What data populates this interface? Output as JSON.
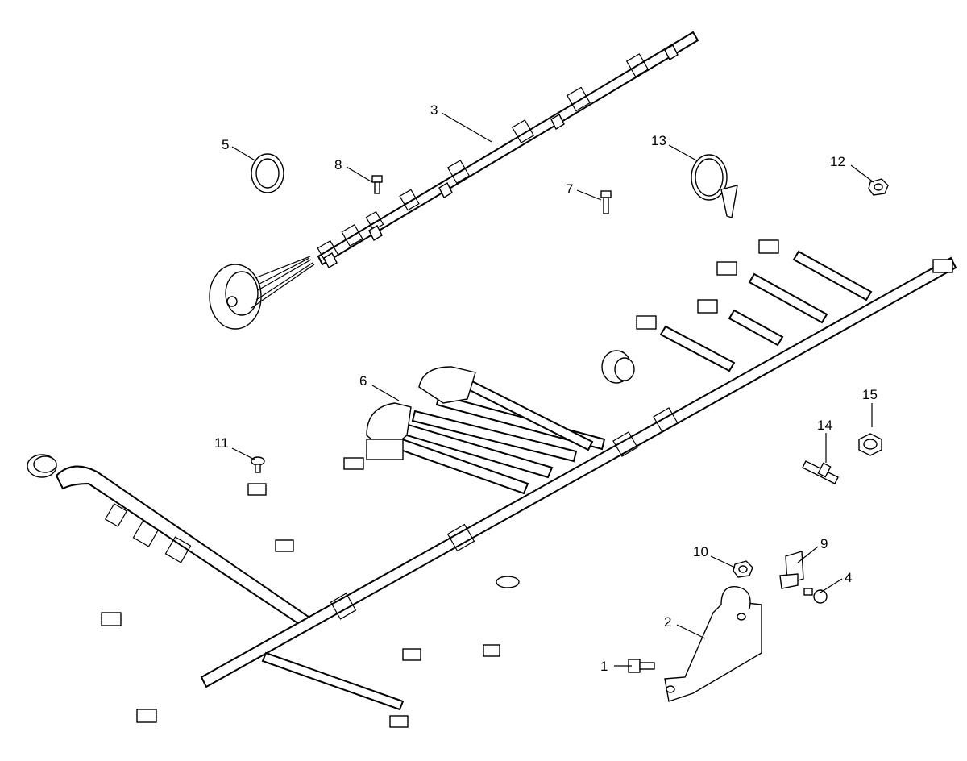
{
  "diagram": {
    "callouts": [
      {
        "id": "1",
        "label": "1"
      },
      {
        "id": "2",
        "label": "2"
      },
      {
        "id": "3",
        "label": "3"
      },
      {
        "id": "4",
        "label": "4"
      },
      {
        "id": "5",
        "label": "5"
      },
      {
        "id": "6",
        "label": "6"
      },
      {
        "id": "7",
        "label": "7"
      },
      {
        "id": "8",
        "label": "8"
      },
      {
        "id": "9",
        "label": "9"
      },
      {
        "id": "10",
        "label": "10"
      },
      {
        "id": "11",
        "label": "11"
      },
      {
        "id": "12",
        "label": "12"
      },
      {
        "id": "13",
        "label": "13"
      },
      {
        "id": "14",
        "label": "14"
      },
      {
        "id": "15",
        "label": "15"
      }
    ],
    "parts": {
      "p1": "bolt-icon",
      "p2": "bracket-icon",
      "p3": "upper-harness-icon",
      "p4": "screw-icon",
      "p5": "grommet-ring-icon",
      "p6": "elbow-connector-icon",
      "p7": "bolt-icon",
      "p8": "bolt-icon",
      "p9": "clip-plate-icon",
      "p10": "nut-icon",
      "p11": "screw-icon",
      "p12": "nut-icon",
      "p13": "cable-tie-icon",
      "p14": "stud-icon",
      "p15": "nut-icon"
    }
  }
}
